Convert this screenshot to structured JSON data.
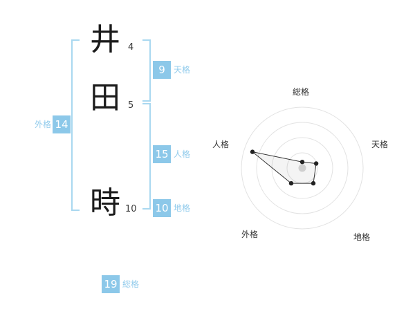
{
  "name_analysis": {
    "characters": [
      {
        "char": "井",
        "strokes": "4"
      },
      {
        "char": "田",
        "strokes": "5"
      },
      {
        "char": "時",
        "strokes": "10"
      }
    ],
    "kaku": {
      "tenkaku": {
        "label": "天格",
        "value": "9"
      },
      "jinkaku": {
        "label": "人格",
        "value": "15"
      },
      "chikaku": {
        "label": "地格",
        "value": "10"
      },
      "gaikaku": {
        "label": "外格",
        "value": "14"
      },
      "soukaku": {
        "label": "総格",
        "value": "19"
      }
    }
  },
  "chart_data": {
    "type": "radar",
    "axes": [
      "総格",
      "天格",
      "地格",
      "外格",
      "人格"
    ],
    "values": [
      19,
      9,
      10,
      14,
      15
    ],
    "radii_fraction": [
      0.1,
      0.24,
      0.31,
      0.31,
      0.86
    ],
    "rings": 4,
    "grid": "concentric-circles",
    "legend": "none",
    "title": ""
  },
  "colors": {
    "accent_blue": "#8cc8e9",
    "bracket_blue": "#a9d8f0",
    "label_blue": "#93ccec",
    "text_dark": "#1b1b1b",
    "ring_gray": "#e2e2e2",
    "point_black": "#222222",
    "center_dot_gray": "#cfcfcf"
  }
}
